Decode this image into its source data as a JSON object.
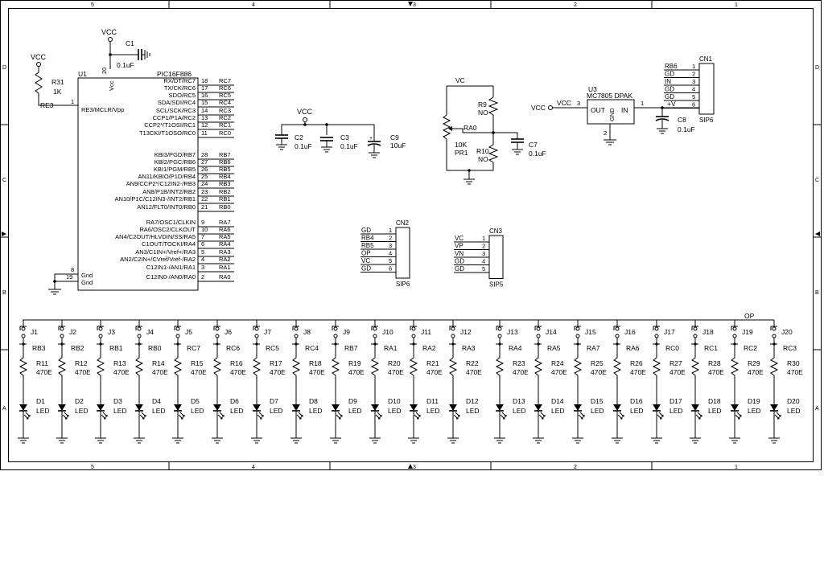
{
  "frame": {
    "zone_cols": [
      "5",
      "4",
      "3",
      "2",
      "1"
    ],
    "zone_rows": [
      "D",
      "C",
      "B",
      "A"
    ]
  },
  "power": {
    "vcc": "VCC",
    "r31": {
      "ref": "R31",
      "value": "1K"
    }
  },
  "mcu": {
    "ref": "U1",
    "part": "PIC16F886",
    "vcc_pin": "20",
    "vcc_label": "Vcc",
    "left_pins": [
      {
        "num": "1",
        "name": "RE3/MCLR/Vpp",
        "net": "RE3"
      },
      {
        "num": "8",
        "name": "Gnd",
        "net": ""
      },
      {
        "num": "19",
        "name": "Gnd",
        "net": ""
      }
    ],
    "right_pins": [
      {
        "num": "18",
        "name": "RX/DT/RC7",
        "net": "RC7"
      },
      {
        "num": "17",
        "name": "TX/CK/RC6",
        "net": "RC6"
      },
      {
        "num": "16",
        "name": "SDO/RC5",
        "net": "RC5"
      },
      {
        "num": "15",
        "name": "SDA/SDI/RC4",
        "net": "RC4"
      },
      {
        "num": "14",
        "name": "SCL/SCK/RC3",
        "net": "RC3"
      },
      {
        "num": "13",
        "name": "CCP1/P1A/RC2",
        "net": "RC2"
      },
      {
        "num": "12",
        "name": "CCP2*/T1OSI/RC1",
        "net": "RC1"
      },
      {
        "num": "11",
        "name": "T13CKI/T1OSO/RC0",
        "net": "RC0"
      },
      {
        "num": "28",
        "name": "KBI3/PGD/RB7",
        "net": "RB7"
      },
      {
        "num": "27",
        "name": "KBI2/PGC/RB6",
        "net": "RB6"
      },
      {
        "num": "26",
        "name": "KBI1/PGM/RB5",
        "net": "RB5"
      },
      {
        "num": "25",
        "name": "AN11/KBIO/P1D/RB4",
        "net": "RB4"
      },
      {
        "num": "24",
        "name": "AN9/CCP2*/C12IN2-/RB3",
        "net": "RB3"
      },
      {
        "num": "23",
        "name": "AN8/P1B/INT2/RB2",
        "net": "RB2"
      },
      {
        "num": "22",
        "name": "AN10/P1C/C12IN3-/INT2/RB1",
        "net": "RB1"
      },
      {
        "num": "21",
        "name": "AN12/FLT0/INT0/RB0",
        "net": "RB0"
      },
      {
        "num": "9",
        "name": "RA7/OSC1/CLKIN",
        "net": "RA7"
      },
      {
        "num": "10",
        "name": "RA6/OSC2/CLKOUT",
        "net": "RA6"
      },
      {
        "num": "7",
        "name": "AN4/C2OUT/HLVDIN/SS/RA5",
        "net": "RA5"
      },
      {
        "num": "6",
        "name": "C1OUT/TOCKI/RA4",
        "net": "RA4"
      },
      {
        "num": "5",
        "name": "AN3/C1IN+/Vref+/RA3",
        "net": "RA3"
      },
      {
        "num": "4",
        "name": "AN2/C2IN+/CVref/Vref-/RA2",
        "net": "RA2"
      },
      {
        "num": "3",
        "name": "C12IN1-/AN1/RA1",
        "net": "RA1"
      },
      {
        "num": "2",
        "name": "C12IN0-/AN0/RA0",
        "net": "RA0"
      }
    ]
  },
  "caps": {
    "c1": {
      "ref": "C1",
      "value": "0.1uF"
    },
    "c2": {
      "ref": "C2",
      "value": "0.1uF"
    },
    "c3": {
      "ref": "C3",
      "value": "0.1uF"
    },
    "c9": {
      "ref": "C9",
      "value": "10uF"
    },
    "c7": {
      "ref": "C7",
      "value": "0.1uF"
    },
    "c8": {
      "ref": "C8",
      "value": "0.1uF"
    }
  },
  "pot": {
    "vc_net": "VC",
    "ra0_net": "RA0",
    "r9": {
      "ref": "R9",
      "value": "NO"
    },
    "r10": {
      "ref": "R10",
      "value": "NO"
    },
    "pr1": {
      "ref": "PR1",
      "value": "10K"
    }
  },
  "regulator": {
    "ref": "U3",
    "part": "MC7805 DPAK",
    "vcc_net": "VCC",
    "vcc_pin_label": "VCC",
    "pin_in": "1",
    "pin_out": "3",
    "pin_gnd": "2",
    "out_label": "OUT",
    "in_label": "IN",
    "gnd_label": "GND",
    "plus_v": "+V"
  },
  "cn1": {
    "ref": "CN1",
    "type": "SIP6",
    "pins": [
      {
        "num": "1",
        "net": "RB6"
      },
      {
        "num": "2",
        "net": "GD"
      },
      {
        "num": "3",
        "net": "IN"
      },
      {
        "num": "4",
        "net": "GD"
      },
      {
        "num": "5",
        "net": "GD"
      },
      {
        "num": "6",
        "net": ""
      }
    ]
  },
  "cn2": {
    "ref": "CN2",
    "type": "SIP6",
    "pins": [
      {
        "num": "1",
        "net": "GD"
      },
      {
        "num": "2",
        "net": "RB4"
      },
      {
        "num": "3",
        "net": "RB5"
      },
      {
        "num": "4",
        "net": "OP"
      },
      {
        "num": "5",
        "net": "VC"
      },
      {
        "num": "6",
        "net": "GD"
      }
    ]
  },
  "cn3": {
    "ref": "CN3",
    "type": "SIP5",
    "pins": [
      {
        "num": "1",
        "net": "VC"
      },
      {
        "num": "2",
        "net": "VP"
      },
      {
        "num": "3",
        "net": "VN"
      },
      {
        "num": "4",
        "net": "GD"
      },
      {
        "num": "5",
        "net": "GD"
      }
    ]
  },
  "led_bank": {
    "bus_net": "OP",
    "resistor_value": "470E",
    "led_value": "LED",
    "channels": [
      {
        "jumper": "J1",
        "net": "RB3",
        "resistor": "R11",
        "led": "D1"
      },
      {
        "jumper": "J2",
        "net": "RB2",
        "resistor": "R12",
        "led": "D2"
      },
      {
        "jumper": "J3",
        "net": "RB1",
        "resistor": "R13",
        "led": "D3"
      },
      {
        "jumper": "J4",
        "net": "RB0",
        "resistor": "R14",
        "led": "D4"
      },
      {
        "jumper": "J5",
        "net": "RC7",
        "resistor": "R15",
        "led": "D5"
      },
      {
        "jumper": "J6",
        "net": "RC6",
        "resistor": "R16",
        "led": "D6"
      },
      {
        "jumper": "J7",
        "net": "RC5",
        "resistor": "R17",
        "led": "D7"
      },
      {
        "jumper": "J8",
        "net": "RC4",
        "resistor": "R18",
        "led": "D8"
      },
      {
        "jumper": "J9",
        "net": "RB7",
        "resistor": "R19",
        "led": "D9"
      },
      {
        "jumper": "J10",
        "net": "RA1",
        "resistor": "R20",
        "led": "D10"
      },
      {
        "jumper": "J11",
        "net": "RA2",
        "resistor": "R21",
        "led": "D11"
      },
      {
        "jumper": "J12",
        "net": "RA3",
        "resistor": "R22",
        "led": "D12"
      },
      {
        "jumper": "J13",
        "net": "RA4",
        "resistor": "R23",
        "led": "D13"
      },
      {
        "jumper": "J14",
        "net": "RA5",
        "resistor": "R24",
        "led": "D14"
      },
      {
        "jumper": "J15",
        "net": "RA7",
        "resistor": "R25",
        "led": "D15"
      },
      {
        "jumper": "J16",
        "net": "RA6",
        "resistor": "R26",
        "led": "D16"
      },
      {
        "jumper": "J17",
        "net": "RC0",
        "resistor": "R27",
        "led": "D17"
      },
      {
        "jumper": "J18",
        "net": "RC1",
        "resistor": "R28",
        "led": "D18"
      },
      {
        "jumper": "J19",
        "net": "RC2",
        "resistor": "R29",
        "led": "D19"
      },
      {
        "jumper": "J20",
        "net": "RC3",
        "resistor": "R30",
        "led": "D20"
      }
    ]
  }
}
